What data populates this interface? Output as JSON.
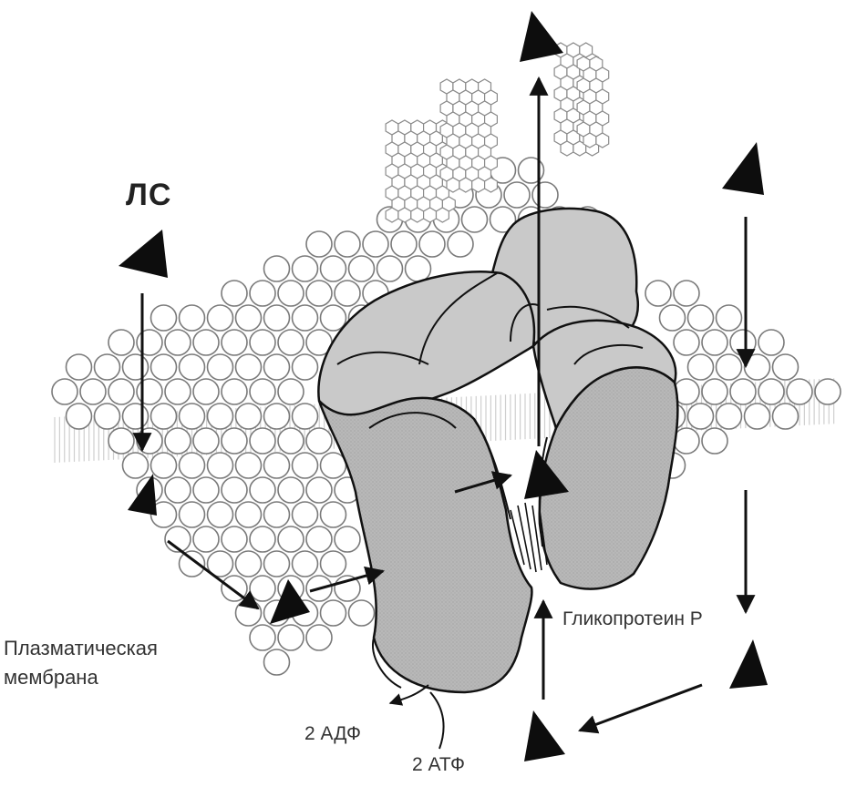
{
  "labels": {
    "drug": "ЛС",
    "membrane_line1": "Плазматическая",
    "membrane_line2": "мембрана",
    "protein": "Гликопротеин Р",
    "adp": "2 АДФ",
    "atp": "2 АТФ"
  },
  "colors": {
    "ink": "#111111",
    "protein_fill": "#c8c8c8",
    "protein_shade": "#b4b4b4",
    "lipid_head_fill": "#ffffff",
    "lipid_head_stroke": "#7a7a7a",
    "tail_color": "#cfcfcf",
    "glyco_stroke": "#8a8a8a"
  },
  "icons": {
    "drug_molecule": "black-triangle-icon",
    "transport_arrow": "arrow-icon"
  }
}
